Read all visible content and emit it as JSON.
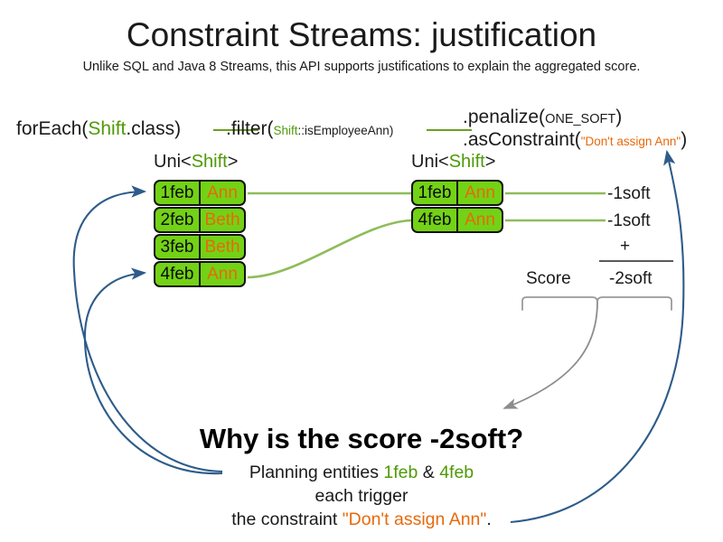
{
  "slide": {
    "title": "Constraint Streams: justification",
    "subtitle": "Unlike SQL and Java 8 Streams, this API supports justifications to explain the aggregated score."
  },
  "code": {
    "foreach": {
      "method": "forEach(",
      "type": "Shift",
      "rest": ".class)"
    },
    "filter": {
      "method": ".filter(",
      "type": "Shift",
      "rest": "::isEmployeeAnn)"
    },
    "penalize": {
      "method": ".penalize(",
      "arg": "ONE_SOFT",
      "rest": ")"
    },
    "as_constraint": {
      "method": ".asConstraint(",
      "arg": "\"Don't assign Ann\"",
      "rest": ")"
    }
  },
  "streams": {
    "left": {
      "label_prefix": "Uni<",
      "label_type": "Shift",
      "label_suffix": ">",
      "rows": [
        {
          "date": "1feb",
          "name": "Ann"
        },
        {
          "date": "2feb",
          "name": "Beth"
        },
        {
          "date": "3feb",
          "name": "Beth"
        },
        {
          "date": "4feb",
          "name": "Ann"
        }
      ]
    },
    "right": {
      "label_prefix": "Uni<",
      "label_type": "Shift",
      "label_suffix": ">",
      "rows": [
        {
          "date": "1feb",
          "name": "Ann"
        },
        {
          "date": "4feb",
          "name": "Ann"
        }
      ]
    }
  },
  "score": {
    "penalty_1": "-1soft",
    "penalty_2": "-1soft",
    "operator": "+",
    "label": "Score",
    "total": "-2soft"
  },
  "explanation": {
    "heading": "Why is the score -2soft?",
    "line1_pre": "Planning entities ",
    "line1_entity_a": "1feb",
    "line1_amp": " & ",
    "line1_entity_b": "4feb",
    "line2": "each trigger",
    "line3_pre": "the constraint ",
    "line3_constraint": "\"Don't assign Ann\"",
    "line3_post": "."
  },
  "colors": {
    "fact_green": "#73d216",
    "type_green": "#4e9a06",
    "connector_green": "#6aa021",
    "name_orange": "#e8690b",
    "arrow_blue": "#2e5c8a",
    "brace_gray": "#9a9a9a"
  }
}
